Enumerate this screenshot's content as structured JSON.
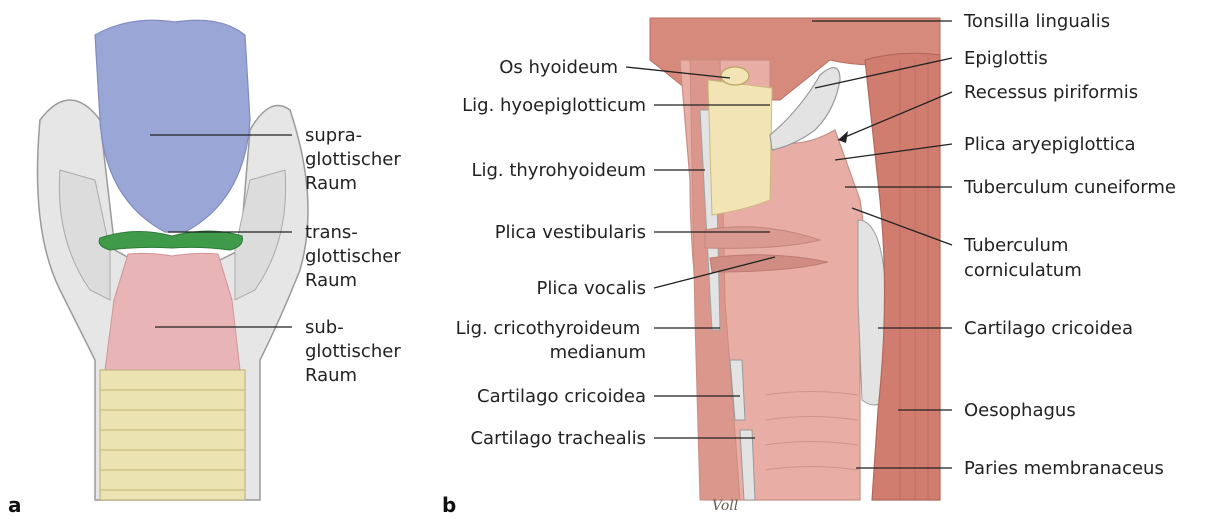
{
  "panels": {
    "a": "a",
    "b": "b"
  },
  "signature": "Voll",
  "colors": {
    "supraglottic": "#9aa6d6",
    "transglottic": "#3f9a4a",
    "subglottic": "#e9b4b6",
    "trachea": "#ece3b2",
    "cartilage": "#e6e6e6",
    "mucosa": "#e8aea5",
    "muscle": "#d58a7c",
    "bone": "#f2e4b4"
  },
  "panel_a": {
    "supra": [
      "supra-",
      "glottischer",
      "Raum"
    ],
    "trans": [
      "trans-",
      "glottischer",
      "Raum"
    ],
    "sub": [
      "sub-",
      "glottischer",
      "Raum"
    ]
  },
  "panel_b": {
    "left": {
      "os_hyoideum": "Os hyoideum",
      "lig_hyoepiglotticum": "Lig. hyoepiglotticum",
      "lig_thyrohyoideum": "Lig. thyrohyoideum",
      "plica_vestibularis": "Plica vestibularis",
      "plica_vocalis": "Plica vocalis",
      "lig_cricothyroideum": [
        "Lig. cricothyroideum",
        "medianum"
      ],
      "cartilago_cricoidea": "Cartilago cricoidea",
      "cartilago_trachealis": "Cartilago trachealis"
    },
    "right": {
      "tonsilla_lingualis": "Tonsilla lingualis",
      "epiglottis": "Epiglottis",
      "recessus_piriformis": "Recessus piriformis",
      "plica_aryepiglottica": "Plica aryepiglottica",
      "tuberculum_cuneiforme": "Tuberculum cuneiforme",
      "tuberculum_corniculatum": [
        "Tuberculum",
        "corniculatum"
      ],
      "cartilago_cricoidea": "Cartilago cricoidea",
      "oesophagus": "Oesophagus",
      "paries_membranaceus": "Paries membranaceus"
    }
  }
}
